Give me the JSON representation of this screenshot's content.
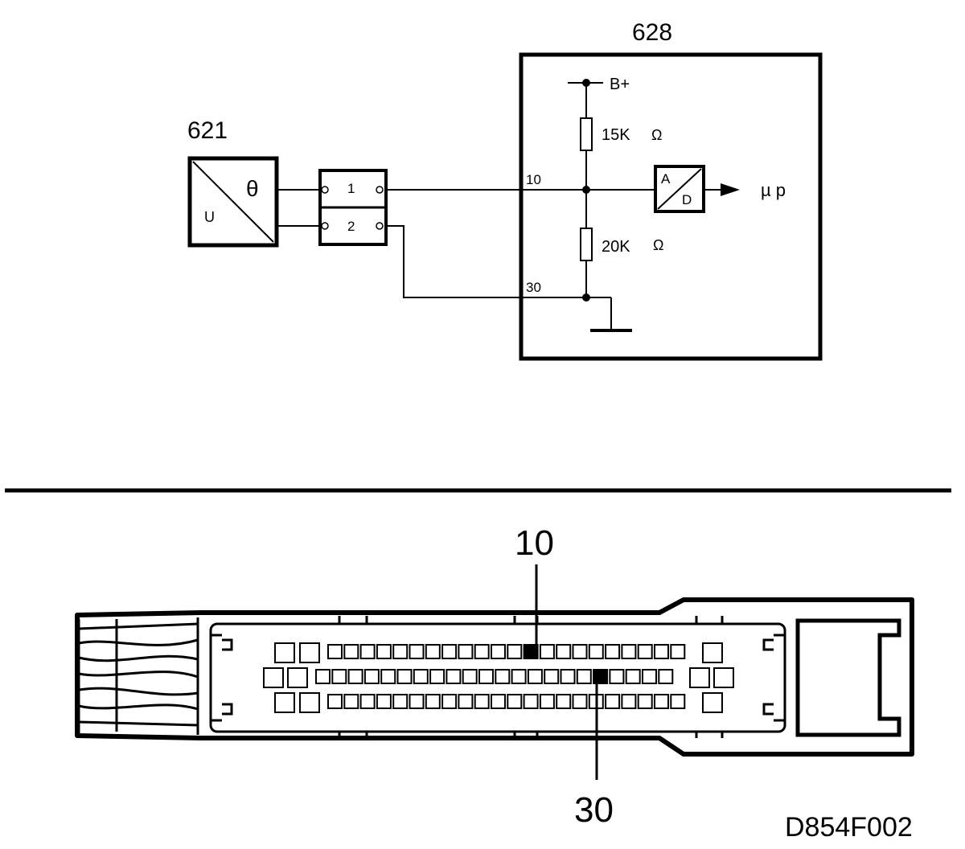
{
  "components": {
    "sensor": {
      "id": "621",
      "left_label": "U",
      "right_label": "θ"
    },
    "connector": {
      "pin1": "1",
      "pin2": "2"
    },
    "ecu": {
      "id": "628",
      "supply": "B+",
      "r_top": "15K",
      "r_bottom": "20K",
      "ohm": "Ω",
      "pin_signal": "10",
      "pin_ground": "30",
      "adc_a": "A",
      "adc_d": "D",
      "output": "µ p"
    }
  },
  "harness": {
    "pin_top_label": "10",
    "pin_bottom_label": "30"
  },
  "figure_code": "D854F002"
}
